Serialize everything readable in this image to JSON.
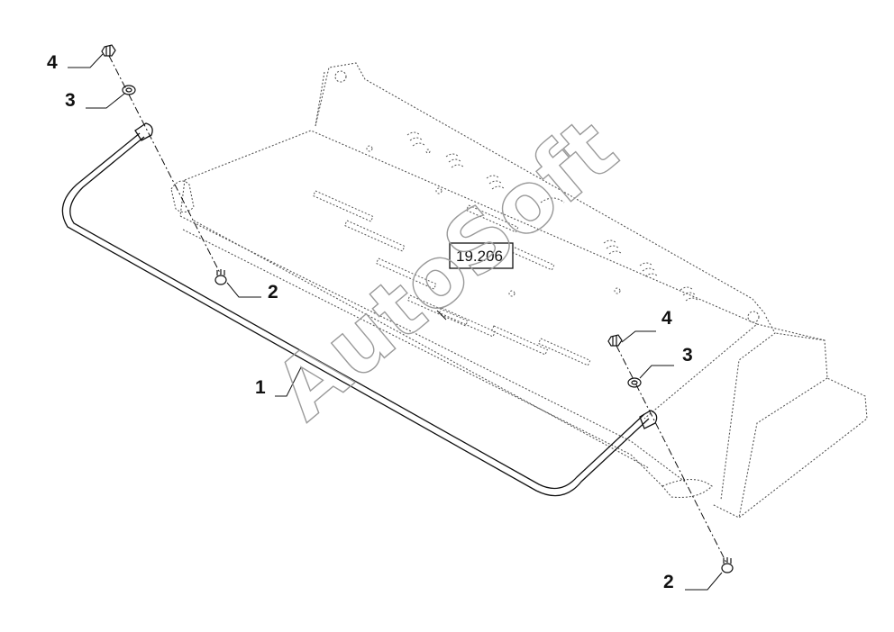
{
  "diagram": {
    "reference_box": "19.206",
    "watermark": "AutoSoft",
    "callouts": [
      {
        "id": "callout-4-top",
        "label": "4"
      },
      {
        "id": "callout-3-top",
        "label": "3"
      },
      {
        "id": "callout-2-mid",
        "label": "2"
      },
      {
        "id": "callout-1",
        "label": "1"
      },
      {
        "id": "callout-4-right",
        "label": "4"
      },
      {
        "id": "callout-3-right",
        "label": "3"
      },
      {
        "id": "callout-2-bottom",
        "label": "2"
      }
    ],
    "colors": {
      "line": "#111111",
      "dotted": "#555555",
      "watermark": "#9a9a9a"
    }
  }
}
